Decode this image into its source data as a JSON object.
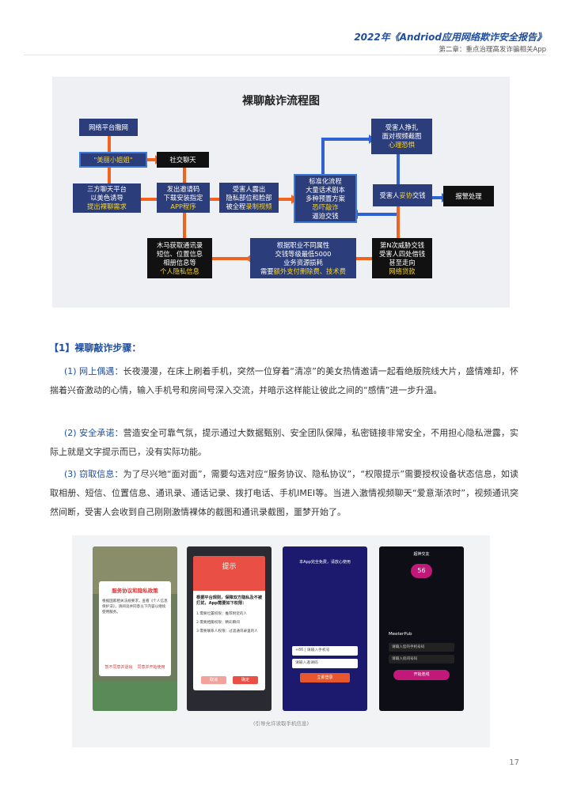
{
  "header": {
    "title": "2022年《Andriod应用网络欺诈安全报告》",
    "subtitle": "第二章：重点治理高发诈骗相关App"
  },
  "flowchart": {
    "title": "裸聊敲诈流程图",
    "nodes": {
      "platform": "网络平台撒网",
      "beauty": "\"美丽小姐姐\"",
      "social": "社交聊天",
      "third_l1": "三方聊天平台",
      "third_l2": "以美色诱导",
      "third_l3": "提出裸聊需求",
      "invite_l1": "发出邀请码",
      "invite_l2": "下载安装指定",
      "invite_l3": "APP程序",
      "victim_expose_l1": "受害人露出",
      "victim_expose_l2": "隐私部位和脸部",
      "victim_expose_l3a": "被全程",
      "victim_expose_l3b": "录制视频",
      "standard_l1": "标准化流程",
      "standard_l2": "大量话术剧本",
      "standard_l3": "多种预置方案",
      "standard_l4": "恐吓敲诈",
      "standard_l5": "逼迫交钱",
      "struggle_l1": "受害人挣扎",
      "struggle_l2": "面对视频截图",
      "struggle_l3": "心理恐惧",
      "pay_a": "受害人",
      "pay_b": "妥协",
      "pay_c": "交钱",
      "report": "报警处理",
      "trojan_l1": "木马获取通讯录",
      "trojan_l2": "短信、位置信息",
      "trojan_l3": "相册信息等",
      "trojan_l4": "个人隐私信息",
      "profession_l1": "根据职业不同属性",
      "profession_l2": "交钱等级最低5000",
      "profession_l3": "业务资源损耗",
      "profession_l4a": "需要",
      "profession_l4b": "额外支付删除费、技术费",
      "nth_l1": "第N次威胁交钱",
      "nth_l2": "受害人四处借钱",
      "nth_l3": "甚至走向",
      "nth_l4": "网络贷款"
    }
  },
  "section": {
    "title": "【1】裸聊敲诈步骤："
  },
  "steps": [
    {
      "lead": "(1) 网上偶遇：",
      "text": "长夜漫漫，在床上刷着手机，突然一位穿着“清凉”的美女热情邀请一起看绝版院线大片，盛情难却，怀揣着兴奋激动的心情，输入手机号和房间号深入交流，并暗示这样能让彼此之间的“感情”进一步升温。"
    },
    {
      "lead": "(2) 安全承诺：",
      "text": "营造安全可靠气氛，提示通过大数据甄别、安全团队保障，私密链接非常安全，不用担心隐私泄露，实际上就是文字提示而已，没有实际功能。"
    },
    {
      "lead": "(3) 窃取信息：",
      "text": "为了尽兴地“面对面”，需要勾选对应“服务协议、隐私协议”，“权限提示”需要授权设备状态信息，如读取相册、短信、位置信息、通讯录、通话记录、拨打电话、手机IMEI等。当进入激情视频聊天“爱意渐浓时”，视频通讯突然间断，受害人会收到自己刚刚激情裸体的截图和通讯录截图，噩梦开始了。"
    }
  ],
  "screenshots": {
    "caption": "(引导允许读取手机信息)",
    "s1": {
      "dialog_title": "服务协议和隐私政策",
      "dialog_text": "根据国家相关法规要求，查看《个人信息保护法》，请阅读并同意以下内容以继续使用服务。",
      "btn_left": "暂不同意并退出",
      "btn_right": "同意并开始使用"
    },
    "s2": {
      "dialog_title": "提示",
      "banner": "根据平台规则，保障双方隐私及不被打扰，App需要如下权限：",
      "item1": "1.需要位置权限：推荐附近的人",
      "item2": "2.需要相册权限：精彩瞬间",
      "item3": "3.需要联系人权限：过滤通讯录里的人",
      "btn_left": "取消",
      "btn_right": "确定"
    },
    "s3": {
      "notice": "本App完全免费，请放心使用",
      "field1": "+86 | 请输入手机号",
      "field2": "请输入邀请码",
      "btn": "立即登录"
    },
    "s4": {
      "top": "超神交友",
      "number": "56",
      "app": "MeeterPub",
      "field1": "请输入您的手机号码",
      "field2": "请输入房间号码",
      "btn": "开始连线",
      "colors": {
        "accent": "#c2187a",
        "bg": "#0e0e16"
      }
    }
  },
  "page_number": "17"
}
